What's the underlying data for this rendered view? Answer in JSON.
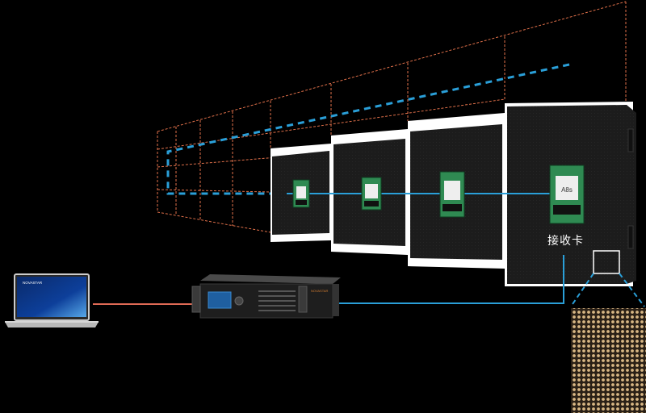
{
  "diagram": {
    "receiving_card_label": "接收卡",
    "card_badge_text": "A8s",
    "laptop_brand": "NOVASTAR",
    "controller_brand": "NOVASTAR",
    "colors": {
      "background": "#000000",
      "frame_orange": "#e0704a",
      "signal_blue": "#2a9fd8",
      "cable_red": "#e06a55",
      "cabinet": "#1b1b1b",
      "panel_white": "#ffffff",
      "pcb_green": "#2f8a52"
    }
  }
}
